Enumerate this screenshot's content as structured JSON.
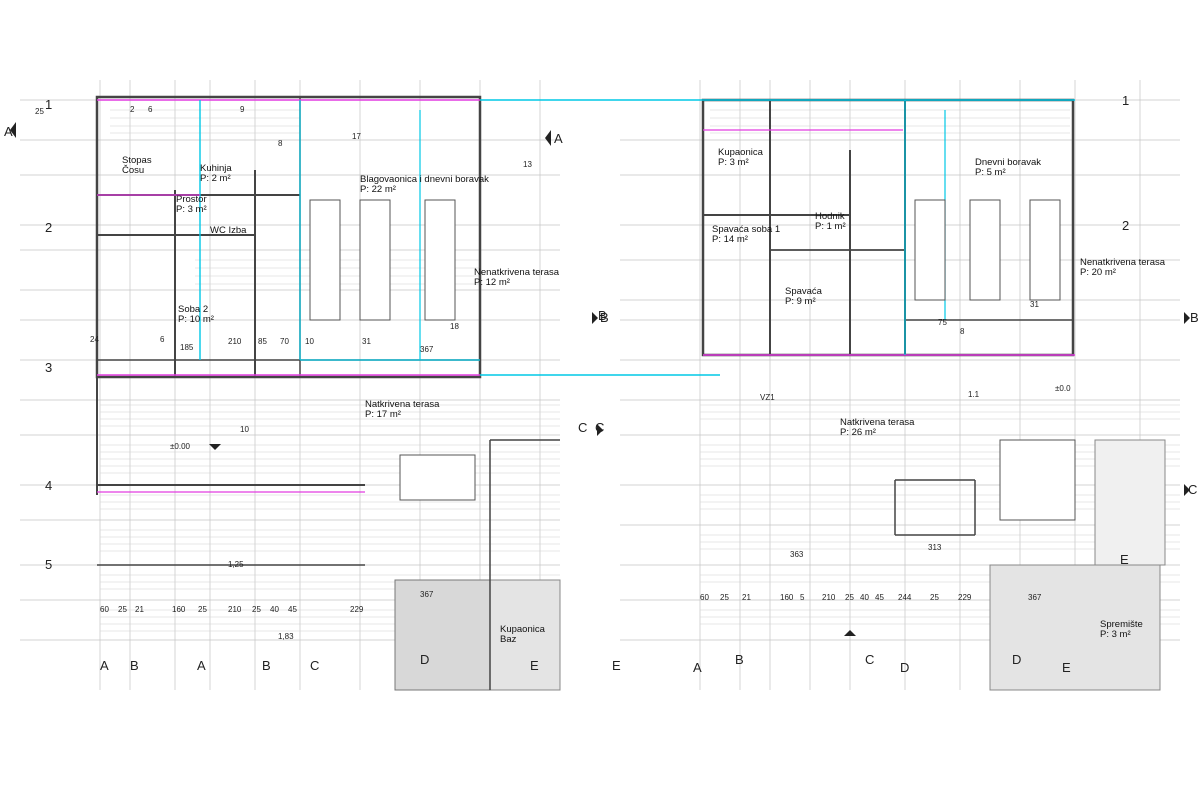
{
  "colors": {
    "wall": "#444444",
    "grid": "#bfbfbf",
    "cyan": "#00c8e6",
    "magenta": "#e23ce0",
    "fill": "#f2f2f2",
    "bath": "#dcdcdc"
  },
  "left_plan": {
    "rooms": [
      {
        "name": "Stopas",
        "area": "Čosu"
      },
      {
        "name": "Kuhinja",
        "area": "P: 2 m²"
      },
      {
        "name": "Blagovaonica i dnevni boravak",
        "area": "P: 22 m²"
      },
      {
        "name": "Prostor",
        "area": "P: 3 m²"
      },
      {
        "name": "WC",
        "area": "Izba"
      },
      {
        "name": "Soba 2",
        "area": "P: 10 m²"
      },
      {
        "name": "Nenatkrivena terasa",
        "area": "P: 12 m²"
      },
      {
        "name": "Natkrivena terasa",
        "area": "P: 17 m²"
      },
      {
        "name": "Kupaonica",
        "area": "Baz"
      }
    ],
    "axis_rows": [
      "1",
      "2",
      "3",
      "4",
      "5"
    ],
    "axis_cols": [
      "A",
      "B",
      "A",
      "B",
      "C",
      "D",
      "E",
      "E"
    ],
    "dims_top": [
      "25",
      "2",
      "6",
      "9",
      "24",
      "6",
      "18",
      "8",
      "17",
      "13"
    ],
    "dims_bottom": [
      "60",
      "25",
      "21",
      "160",
      "25",
      "210",
      "25",
      "40",
      "45",
      "229",
      "367"
    ],
    "dims_misc": [
      "185",
      "210",
      "85",
      "70",
      "10",
      "31",
      "367",
      "1,83",
      "1,25",
      "±0.00",
      "10"
    ]
  },
  "right_plan": {
    "rooms": [
      {
        "name": "Kupaonica",
        "area": "P: 3 m²"
      },
      {
        "name": "Dnevni boravak",
        "area": "P: 5 m²"
      },
      {
        "name": "Spavaća soba 1",
        "area": "P: 14 m²"
      },
      {
        "name": "Spavaća",
        "area": "P: 9 m²"
      },
      {
        "name": "Hodnik",
        "area": "P: 1 m²"
      },
      {
        "name": "Natkrivena terasa",
        "area": "P: 26 m²"
      },
      {
        "name": "Nenatkrivena terasa",
        "area": "P: 20 m²"
      },
      {
        "name": "Spremište",
        "area": "P: 3 m²"
      }
    ],
    "axis_rows": [
      "1",
      "2",
      "B",
      "C"
    ],
    "axis_cols": [
      "A",
      "B",
      "C",
      "D",
      "D",
      "E",
      "E"
    ],
    "dims_bottom": [
      "60",
      "25",
      "21",
      "160",
      "5",
      "210",
      "25",
      "40",
      "45",
      "244",
      "25",
      "229",
      "367"
    ],
    "dims_misc": [
      "313",
      "363",
      "31",
      "8",
      "75",
      "±0.0",
      "1.1",
      "VZ1"
    ]
  },
  "section_markers": [
    "A",
    "A",
    "B",
    "B",
    "C",
    "C"
  ]
}
